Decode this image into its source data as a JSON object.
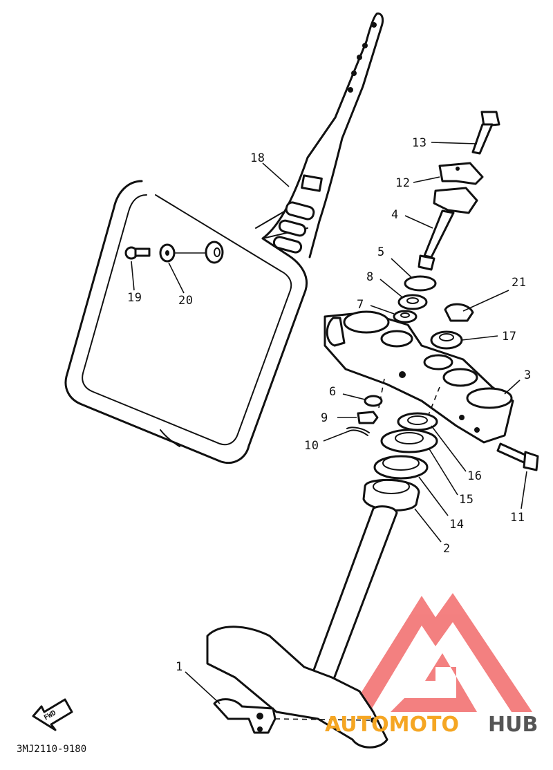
{
  "diagram": {
    "callouts": [
      {
        "id": "n1",
        "text": "1"
      },
      {
        "id": "n2",
        "text": "2"
      },
      {
        "id": "n3",
        "text": "3"
      },
      {
        "id": "n4",
        "text": "4"
      },
      {
        "id": "n5",
        "text": "5"
      },
      {
        "id": "n6",
        "text": "6"
      },
      {
        "id": "n7",
        "text": "7"
      },
      {
        "id": "n8",
        "text": "8"
      },
      {
        "id": "n9",
        "text": "9"
      },
      {
        "id": "n10",
        "text": "10"
      },
      {
        "id": "n11",
        "text": "11"
      },
      {
        "id": "n12",
        "text": "12"
      },
      {
        "id": "n13",
        "text": "13"
      },
      {
        "id": "n14",
        "text": "14"
      },
      {
        "id": "n15",
        "text": "15"
      },
      {
        "id": "n16",
        "text": "16"
      },
      {
        "id": "n17",
        "text": "17"
      },
      {
        "id": "n18",
        "text": "18"
      },
      {
        "id": "n19",
        "text": "19"
      },
      {
        "id": "n20",
        "text": "20"
      },
      {
        "id": "n21",
        "text": "21"
      }
    ],
    "fwd_label": "FWD",
    "drawing_number": "3MJ2110-9180"
  },
  "watermark": {
    "text_orange": "AUTOMOTO",
    "text_gray": "HUB",
    "colors": {
      "logo": "#f26b6b",
      "orange": "#f5a623",
      "gray": "#555555"
    }
  }
}
